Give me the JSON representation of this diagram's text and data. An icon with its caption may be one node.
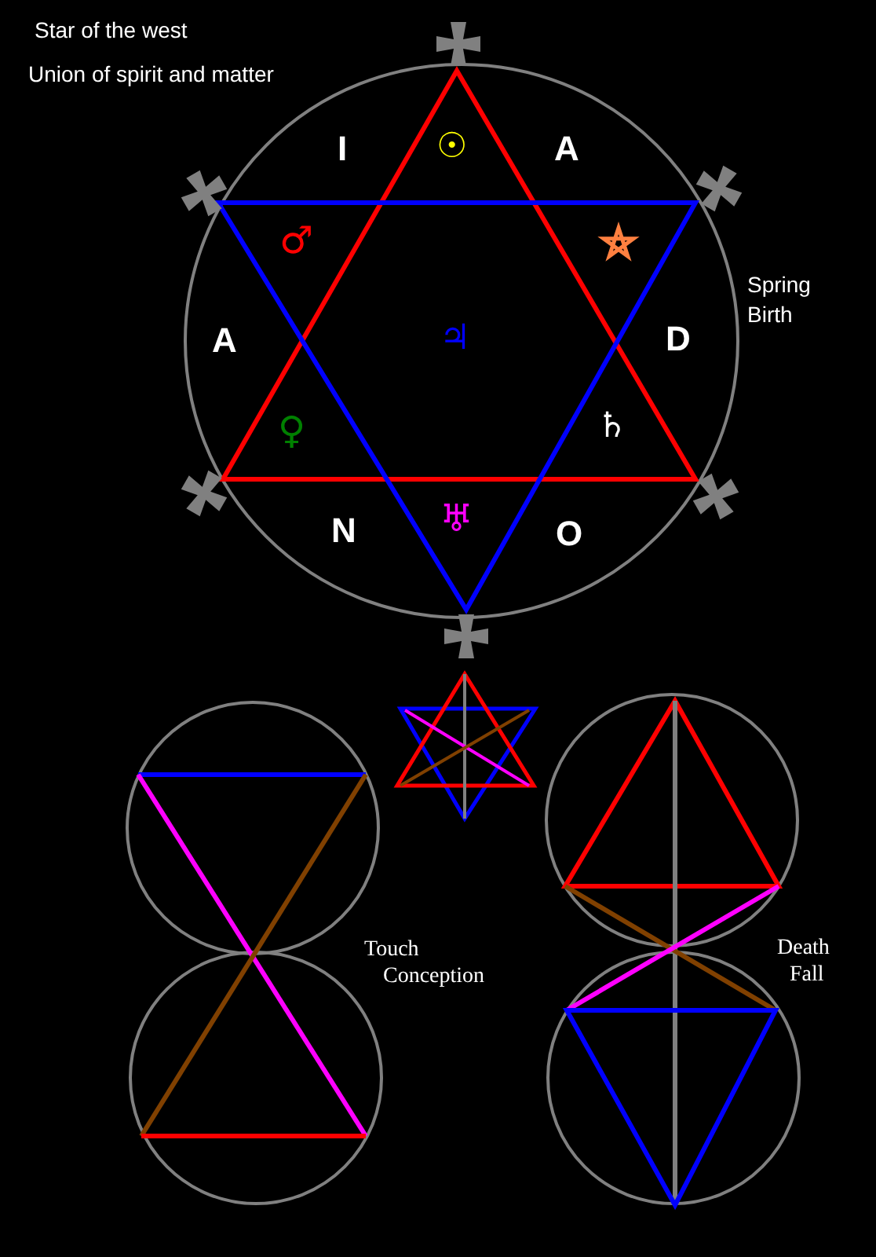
{
  "diagram": {
    "labels": [
      "Star of the west",
      "Union of spirit and matter",
      "I",
      "☉",
      "A",
      "♂",
      "Spring",
      "Birth",
      "A",
      "♃",
      "D",
      "♀",
      "♄",
      "N",
      "♅",
      "O",
      "Touch",
      "Conception",
      "Death",
      "Fall"
    ]
  }
}
